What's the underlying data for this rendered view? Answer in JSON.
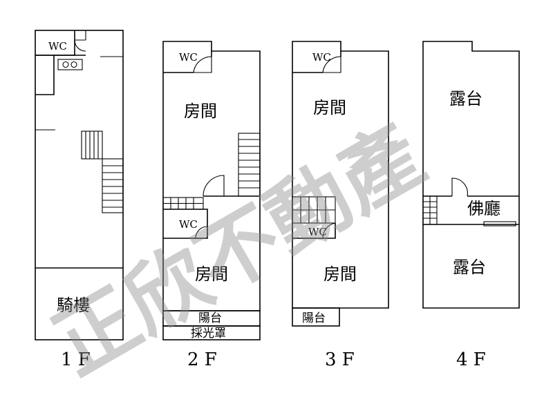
{
  "floors": [
    {
      "label": "1 F",
      "rooms": {
        "wc": "WC",
        "arcade": "騎樓"
      }
    },
    {
      "label": "2 F",
      "rooms": {
        "wc_top": "WC",
        "room_top": "房間",
        "wc_mid": "WC",
        "room_bottom": "房間",
        "balcony": "陽台",
        "skylight": "採光罩"
      }
    },
    {
      "label": "3 F",
      "rooms": {
        "wc_top": "WC",
        "room_top": "房間",
        "wc_mid": "WC",
        "room_bottom": "房間",
        "balcony": "陽台"
      }
    },
    {
      "label": "4 F",
      "rooms": {
        "terrace_top": "露台",
        "buddha_hall": "佛廳",
        "terrace_bottom": "露台"
      }
    }
  ],
  "watermark": "正欣不動產"
}
